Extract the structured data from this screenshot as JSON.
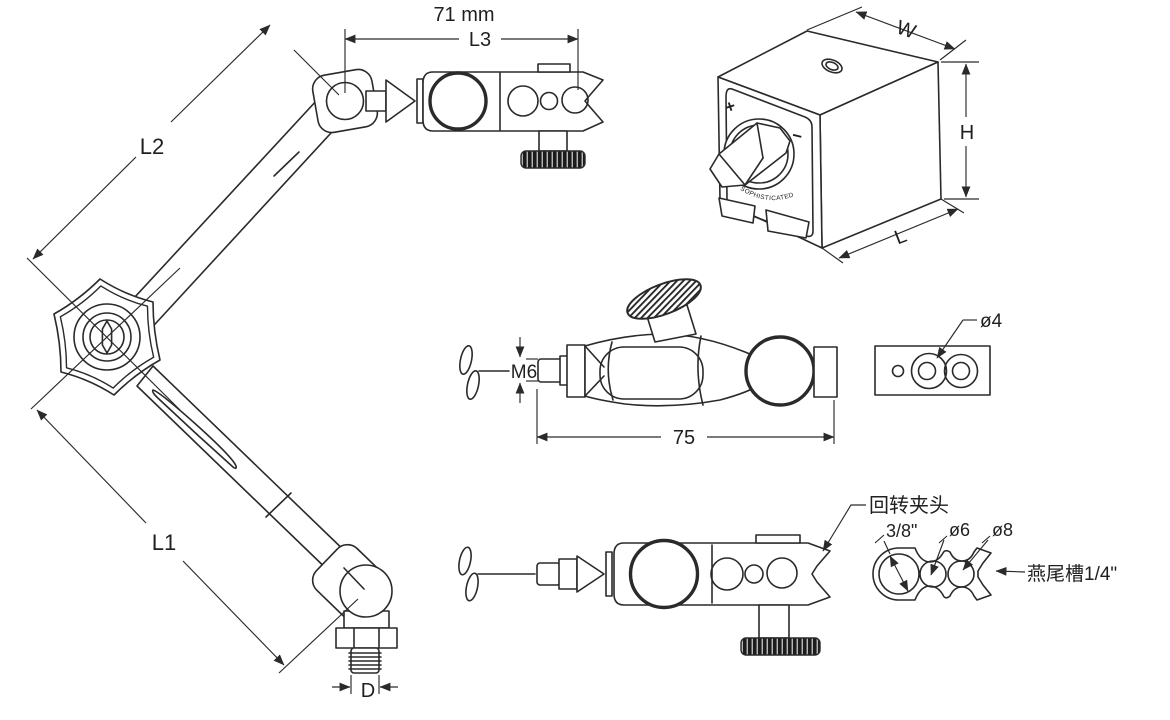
{
  "drawing": {
    "description": "technical drawing of articulating arm magnetic base indicator holder",
    "line_color": "#2a2a2a",
    "background": "#ffffff",
    "arm_view": {
      "dim_71mm": "71 mm",
      "dim_L3": "L3",
      "dim_L2": "L2",
      "dim_L1": "L1",
      "dim_D": "D"
    },
    "magnetic_base": {
      "dim_W": "W",
      "dim_H": "H",
      "dim_L": "L",
      "switch_plus": "+",
      "switch_minus": "−",
      "knob_text": "SOPHISTICATED"
    },
    "swivel_clamp_side": {
      "dim_M6": "M6",
      "dim_75": "75"
    },
    "clamp_plate": {
      "dim_hole": "ø4"
    },
    "clamp_bottom": {
      "callout_rotary_head": "回转夹头",
      "dim_3_8": "3/8\"",
      "dim_6": "ø6",
      "dim_8": "ø8",
      "callout_dovetail": "燕尾槽1/4\""
    }
  }
}
